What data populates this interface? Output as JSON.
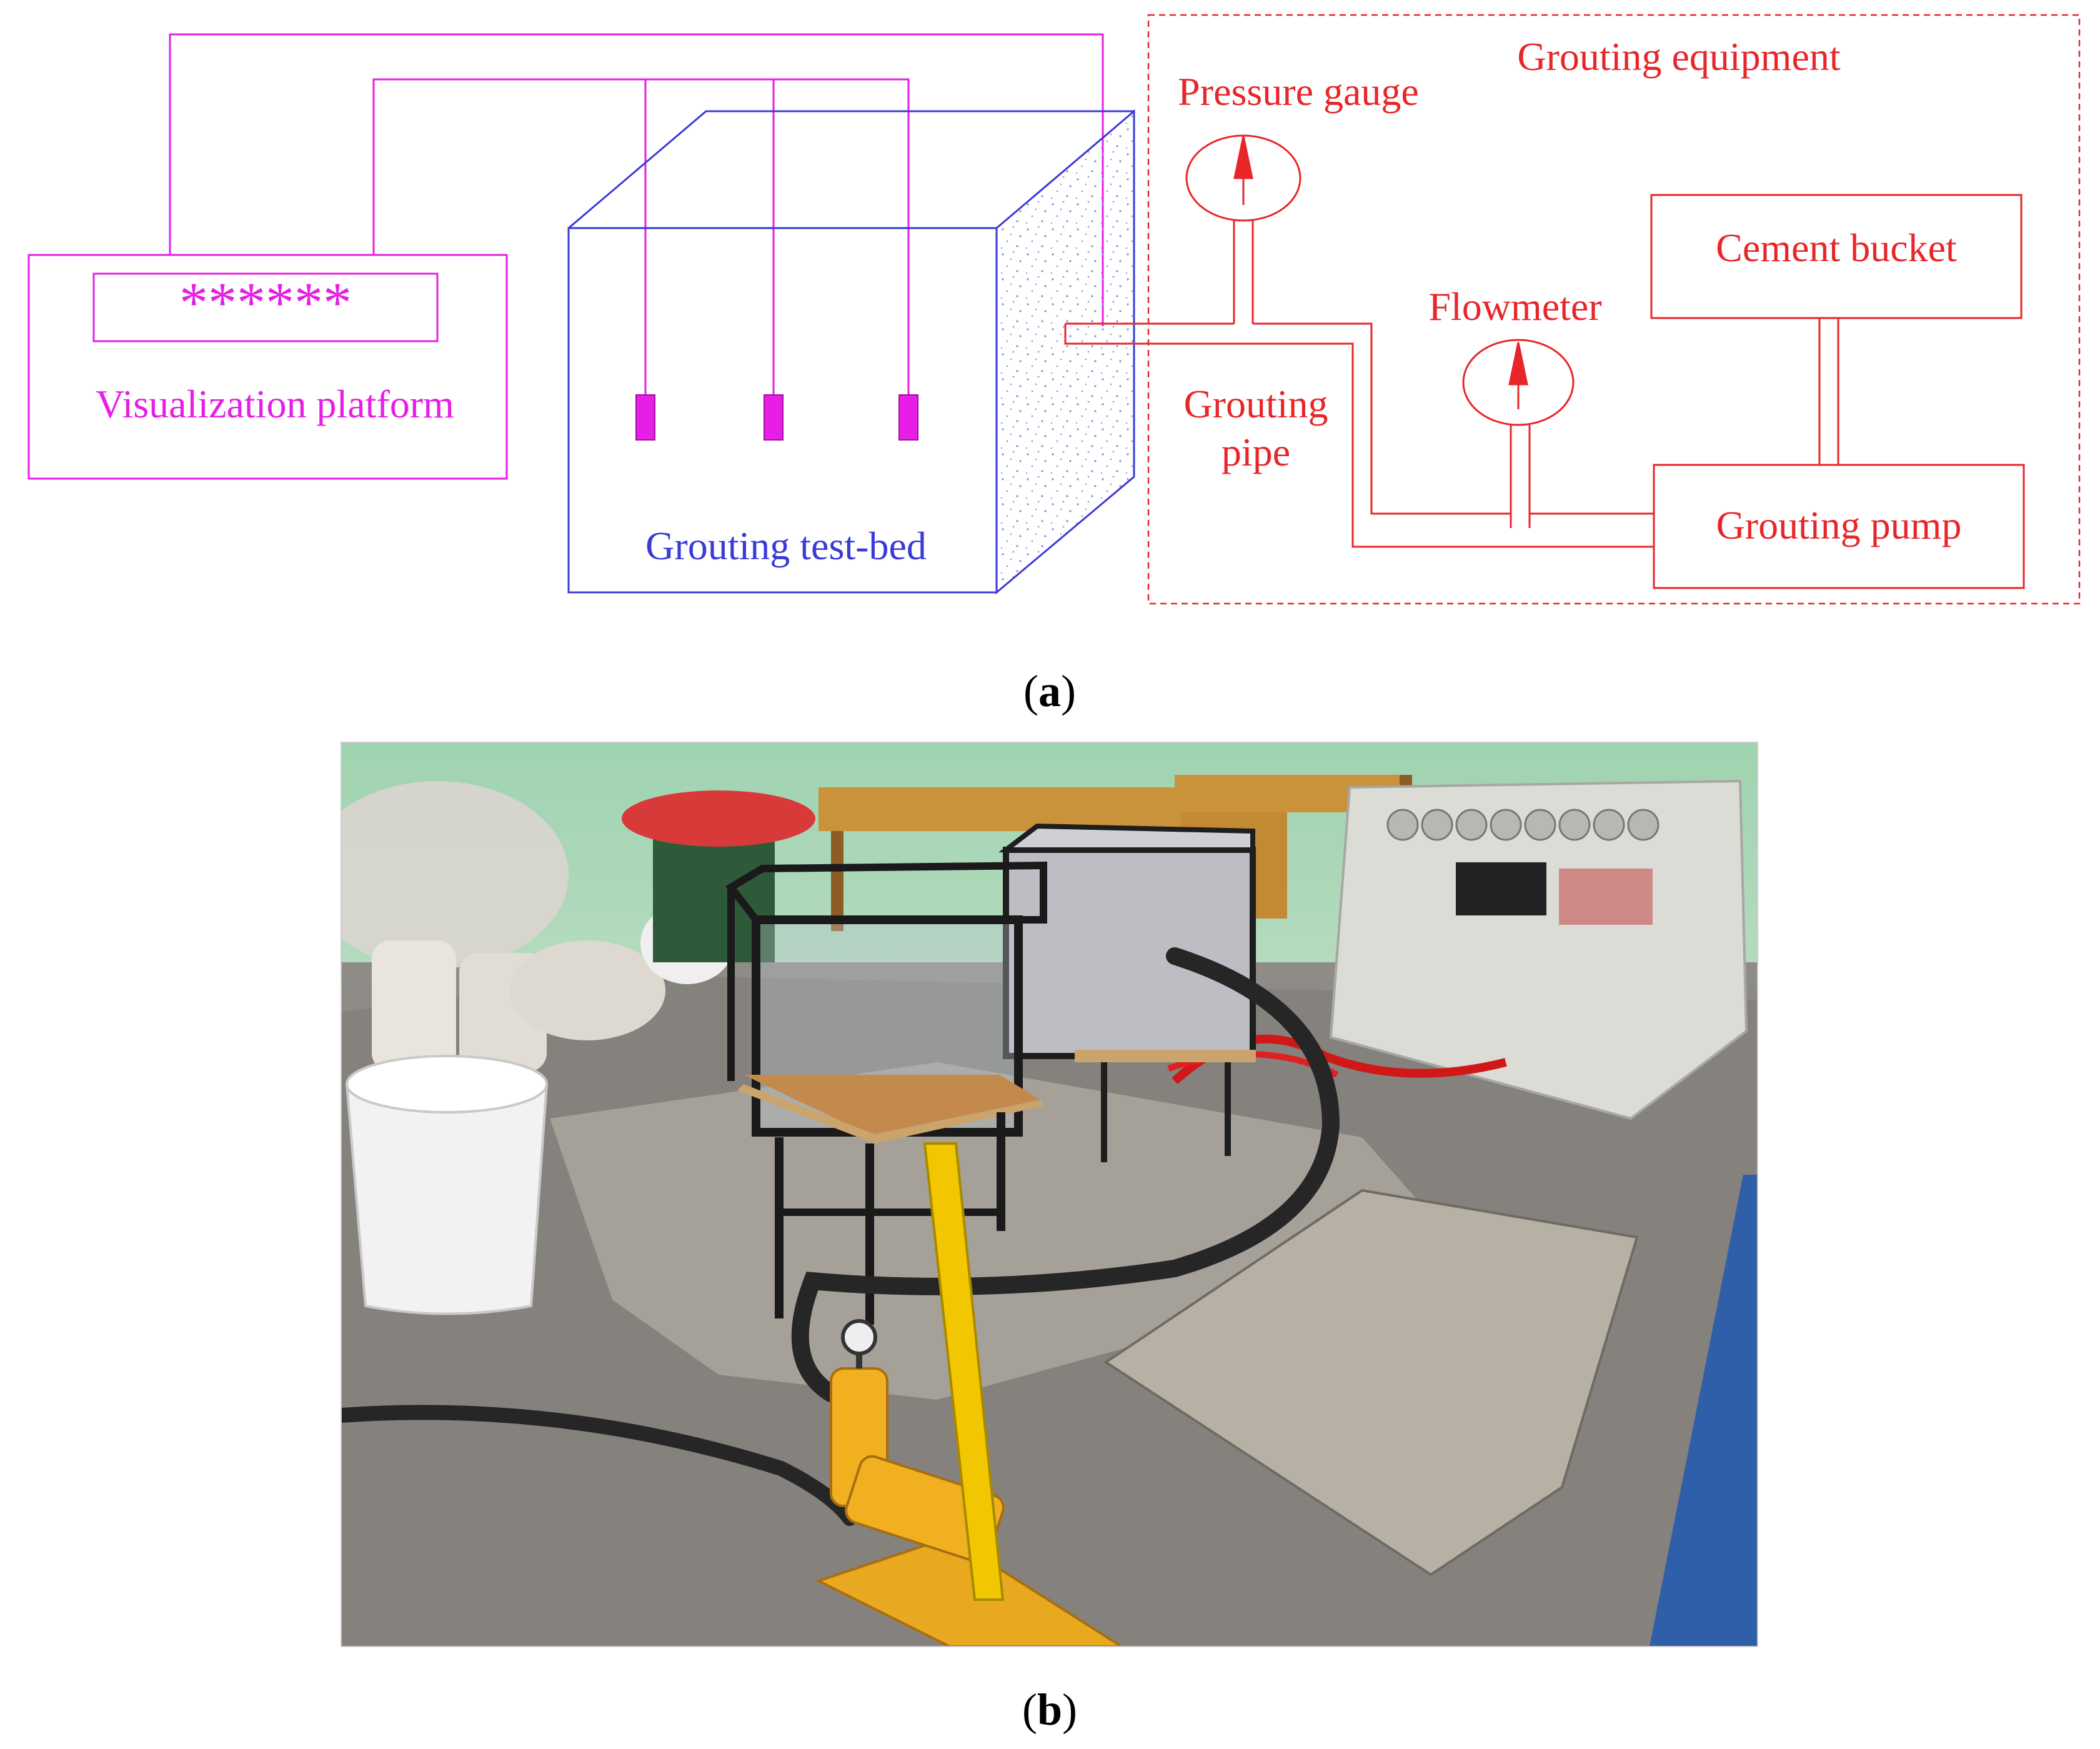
{
  "panel_a": {
    "visualization_platform": {
      "display": "******",
      "label": "Visualization platform"
    },
    "test_bed_label": "Grouting test-bed",
    "equipment_label": "Grouting equipment",
    "pressure_gauge_label": "Pressure gauge",
    "flowmeter_label": "Flowmeter",
    "grouting_pipe_label_line1": "Grouting",
    "grouting_pipe_label_line2": "pipe",
    "cement_bucket_label": "Cement bucket",
    "grouting_pump_label": "Grouting pump",
    "caption": "a"
  },
  "panel_b": {
    "caption": "b"
  },
  "colors": {
    "visualization": "#e61ee6",
    "test_bed": "#3a3ad8",
    "equipment": "#e8262a"
  }
}
